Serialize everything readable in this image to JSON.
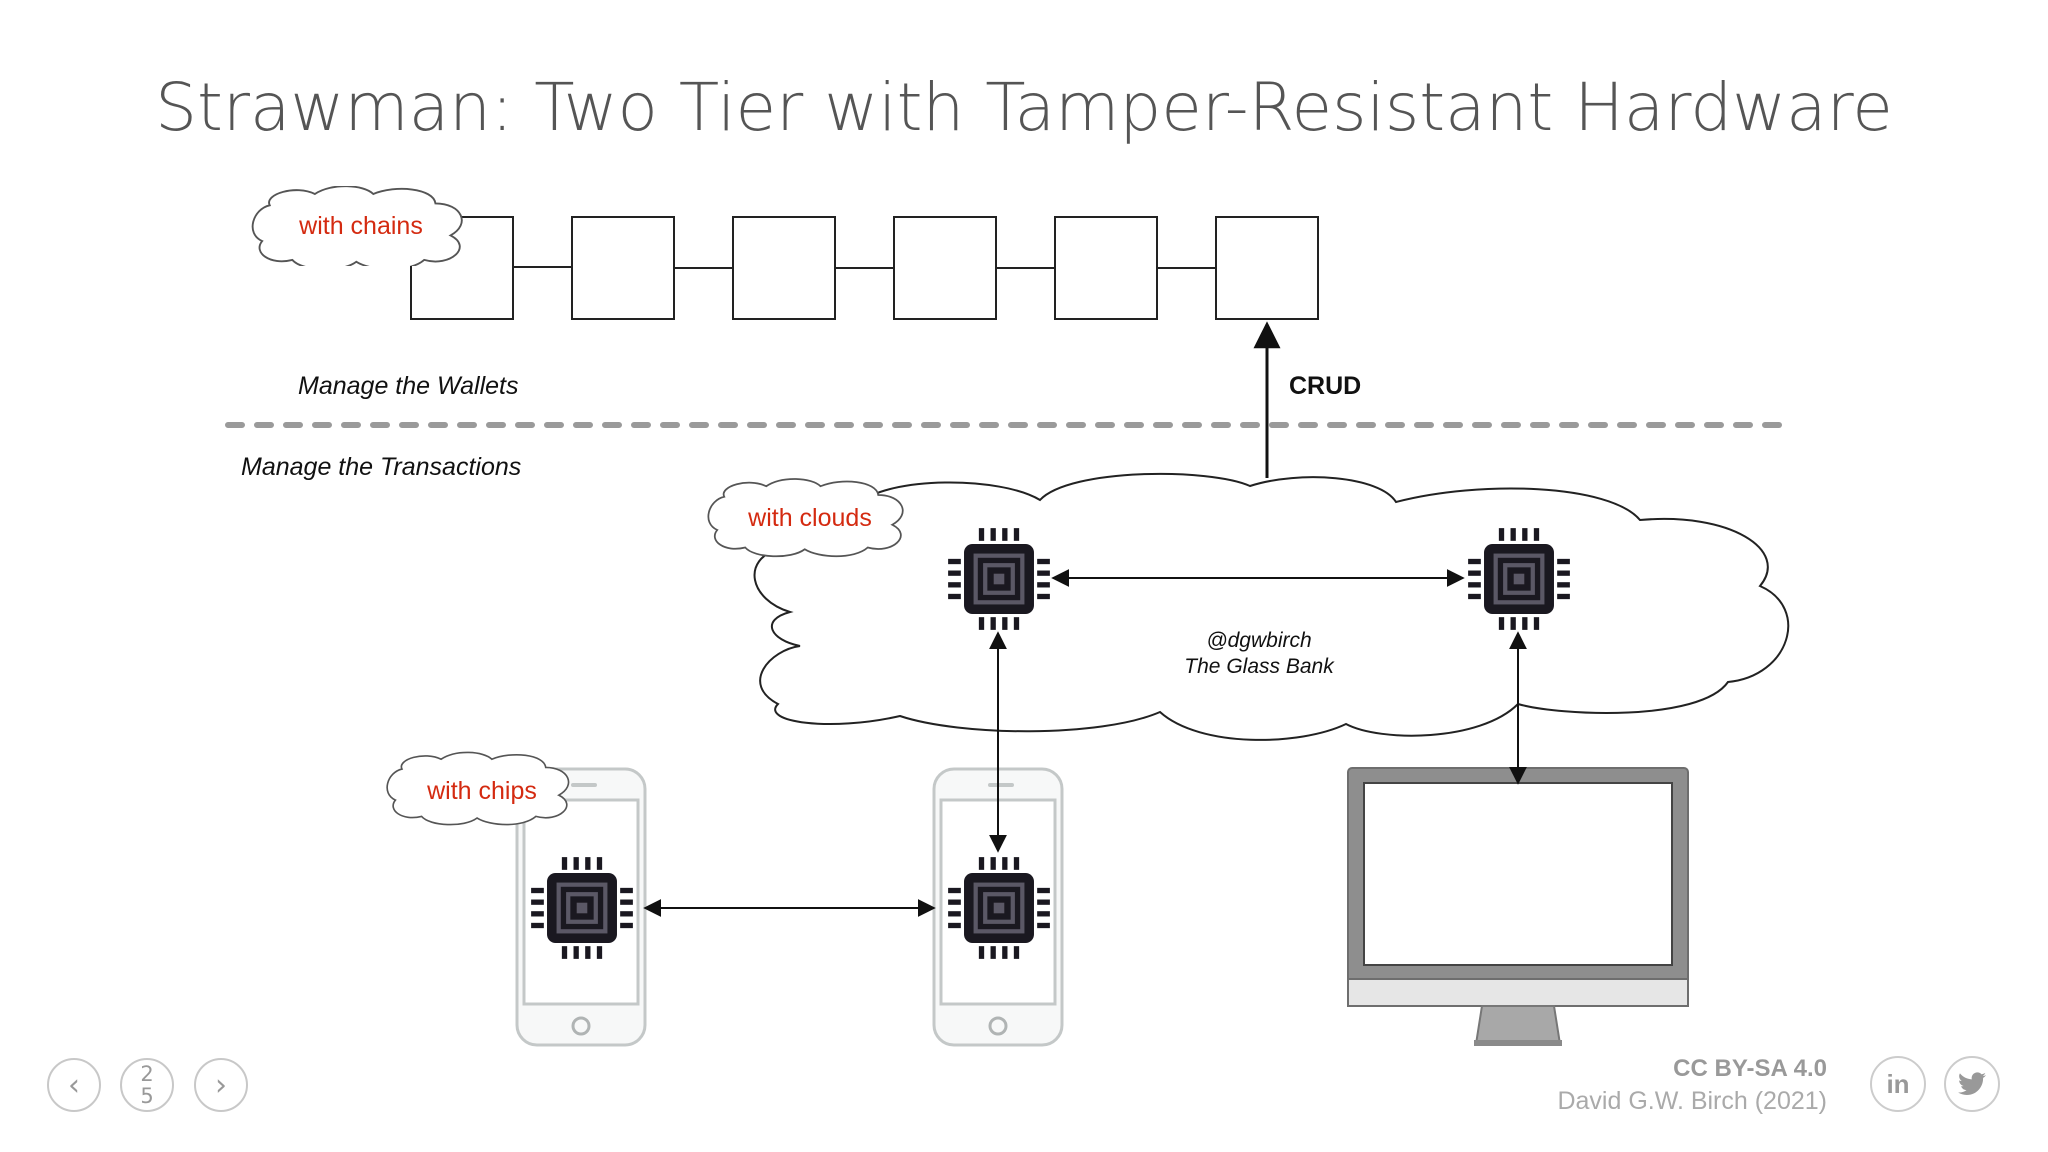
{
  "slide": {
    "title": "Strawman: Two Tier with Tamper-Resistant Hardware"
  },
  "diagram": {
    "cloud_labels": {
      "chains": "with chains",
      "clouds": "with clouds",
      "chips": "with chips"
    },
    "manage_wallets": "Manage the Wallets",
    "manage_transactions": "Manage the Transactions",
    "crud": "CRUD",
    "cloud_text_1": "@dgwbirch",
    "cloud_text_2": "The Glass Bank",
    "colors": {
      "label_red": "#d42a10",
      "chip_dark": "#1a1820",
      "divider_gray": "#9a9a9a"
    },
    "icons": [
      "chip-icon",
      "phone-icon",
      "monitor-icon"
    ]
  },
  "nav": {
    "page_top": "2",
    "page_bottom": "5",
    "prev_icon": "chevron-left-icon",
    "next_icon": "chevron-right-icon"
  },
  "footer": {
    "license": "CC BY-SA 4.0",
    "author": "David G.W. Birch (2021)"
  },
  "social": {
    "linkedin": "in",
    "twitter_icon": "twitter-icon"
  }
}
